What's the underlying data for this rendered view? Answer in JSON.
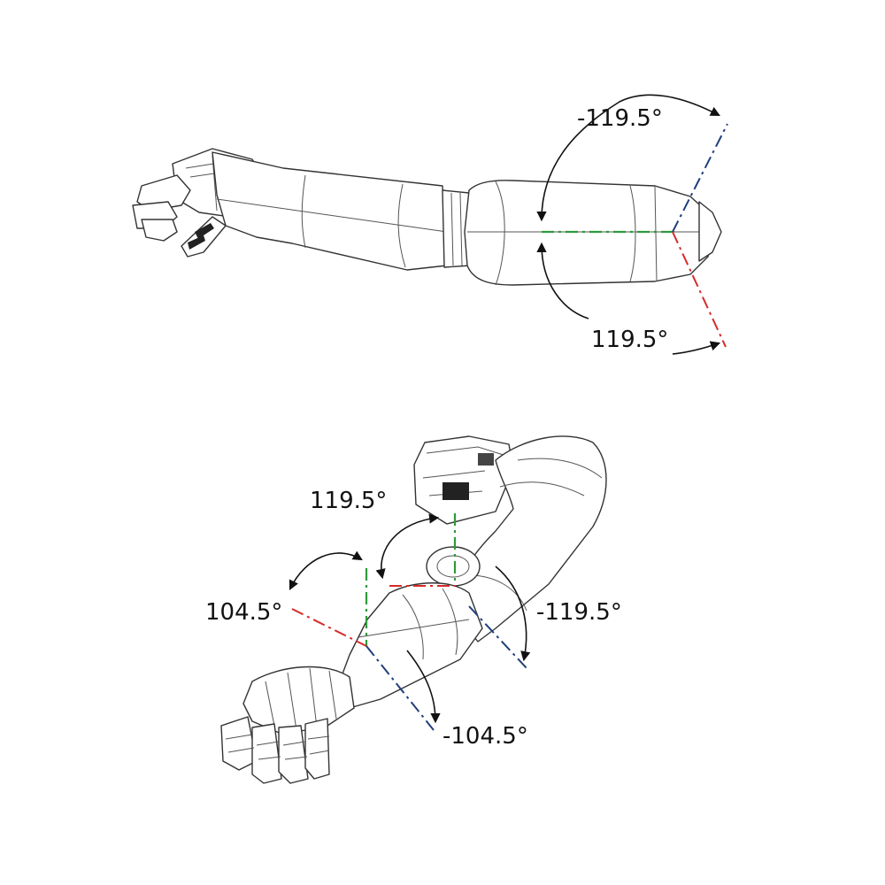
{
  "top_view": {
    "angle_upper": "-119.5°",
    "angle_lower": "119.5°"
  },
  "perspective_view": {
    "angle_shoulder": "119.5°",
    "angle_elbow_pos": "104.5°",
    "angle_elbow_neg": "-104.5°",
    "angle_shoulder_neg": "-119.5°"
  },
  "colors": {
    "axis_red": "#d62a2a",
    "axis_blue": "#1f3f7a",
    "axis_green": "#2e9a3a",
    "line_art": "#333333"
  }
}
